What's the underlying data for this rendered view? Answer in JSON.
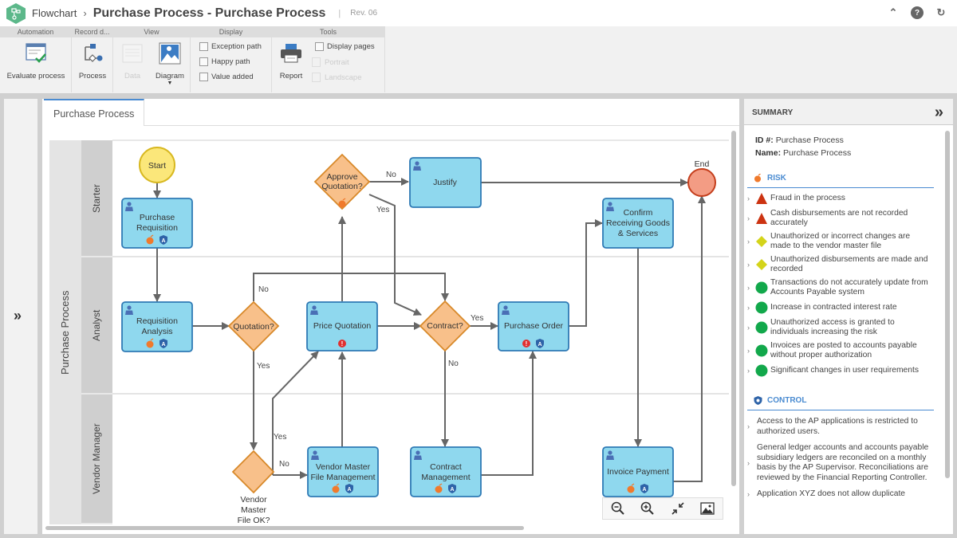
{
  "header": {
    "breadcrumb": "Flowchart",
    "title": "Purchase Process - Purchase Process",
    "revision": "Rev. 06",
    "icons": [
      "collapse-up-icon",
      "help-icon",
      "refresh-icon"
    ]
  },
  "ribbon": {
    "groups": [
      {
        "label": "Automation"
      },
      {
        "label": "Record d..."
      },
      {
        "label": "View"
      },
      {
        "label": "Display"
      },
      {
        "label": "Tools"
      }
    ],
    "buttons": {
      "evaluate": "Evaluate process",
      "process": "Process",
      "data": "Data",
      "diagram": "Diagram",
      "report": "Report",
      "portrait": "Portrait",
      "landscape": "Landscape"
    },
    "checkboxes": {
      "exception_path": {
        "label": "Exception path",
        "checked": false
      },
      "happy_path": {
        "label": "Happy path",
        "checked": false
      },
      "value_added": {
        "label": "Value added",
        "checked": false
      },
      "display_pages": {
        "label": "Display pages",
        "checked": false
      }
    }
  },
  "canvas": {
    "tab": "Purchase Process",
    "pool": "Purchase Process",
    "lanes": [
      "Starter",
      "Analyst",
      "Vendor Manager"
    ],
    "nodes": {
      "start": "Start",
      "end": "End",
      "purchase_requisition": "Purchase Requisition",
      "requisition_analysis": "Requisition Analysis",
      "quotation_q": "Quotation?",
      "price_quotation": "Price Quotation",
      "approve_quotation_q": "Approve Quotation?",
      "justify": "Justify",
      "contract_q": "Contract?",
      "purchase_order": "Purchase Order",
      "confirm_receiving": "Confirm Receiving Goods & Services",
      "vendor_master_ok_q": "Vendor Master File OK?",
      "vendor_master_mgmt": "Vendor Master File Management",
      "contract_mgmt": "Contract Management",
      "invoice_payment": "Invoice Payment"
    },
    "edge_labels": {
      "yes": "Yes",
      "no": "No"
    },
    "zoom_controls": [
      "zoom-out-icon",
      "zoom-in-icon",
      "fit-icon",
      "export-image-icon"
    ]
  },
  "summary": {
    "title": "SUMMARY",
    "id_label": "ID #:",
    "id_value": "Purchase Process",
    "name_label": "Name:",
    "name_value": "Purchase Process",
    "risk_title": "RISK",
    "risks": [
      {
        "level": "high",
        "color": "#cc3311",
        "text": "Fraud in the process"
      },
      {
        "level": "high",
        "color": "#cc3311",
        "text": "Cash disbursements are not recorded accurately"
      },
      {
        "level": "medium",
        "color": "#d4d41a",
        "text": "Unauthorized or incorrect changes are made to the vendor master file"
      },
      {
        "level": "medium",
        "color": "#d4d41a",
        "text": "Unauthorized disbursements are made and recorded"
      },
      {
        "level": "low",
        "color": "#12a84b",
        "text": "Transactions do not accurately update from Accounts Payable system"
      },
      {
        "level": "low",
        "color": "#12a84b",
        "text": "Increase in contracted interest rate"
      },
      {
        "level": "low",
        "color": "#12a84b",
        "text": "Unauthorized access is granted to individuals increasing the risk"
      },
      {
        "level": "low",
        "color": "#12a84b",
        "text": "Invoices are posted to accounts payable without proper authorization"
      },
      {
        "level": "low",
        "color": "#12a84b",
        "text": "Significant changes in user requirements"
      }
    ],
    "control_title": "CONTROL",
    "controls": [
      "Access to the AP applications is restricted to authorized users.",
      "General ledger accounts and accounts payable subsidiary ledgers are reconciled on a monthly basis by the AP Supervisor. Reconciliations are reviewed by the Financial Reporting Controller.",
      "Application XYZ does not allow duplicate"
    ]
  }
}
